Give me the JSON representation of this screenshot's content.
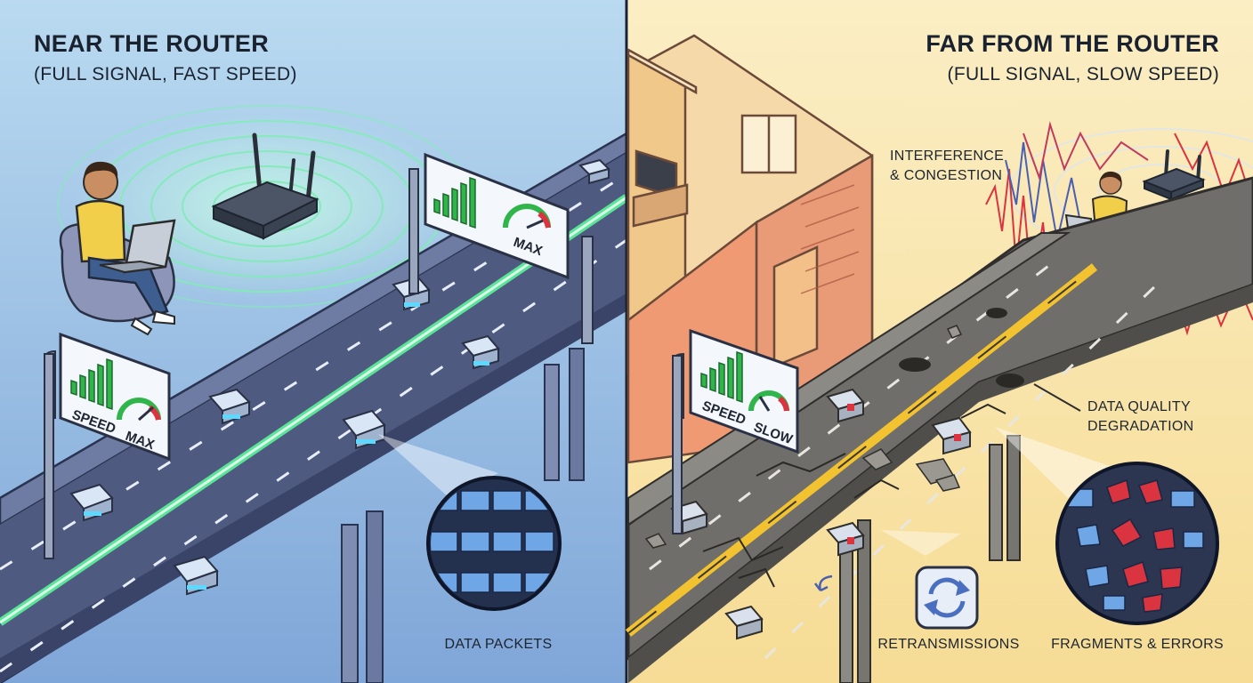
{
  "colors": {
    "left_sky": "#a9cfe9",
    "right_sky": "#f7e4a8",
    "road": "#5b6b8f",
    "glow": "#5cf29a",
    "packet_glow": "#5fd8ff",
    "interference": "#d9343f",
    "yellow_line": "#f2c230",
    "bar_green": "#2fb54a"
  },
  "left": {
    "title": "NEAR THE ROUTER",
    "subtitle": "(FULL SIGNAL, FAST SPEED)",
    "sign_small": {
      "speed": "SPEED",
      "gauge": "MAX"
    },
    "sign_big": {
      "gauge": "MAX"
    },
    "callout": "DATA PACKETS"
  },
  "right": {
    "title": "FAR FROM THE ROUTER",
    "subtitle": "(FULL SIGNAL, SLOW SPEED)",
    "interference_line1": "INTERFERENCE",
    "interference_line2": "& CONGESTION",
    "degradation_line1": "DATA QUALITY",
    "degradation_line2": "DEGRADATION",
    "sign": {
      "speed": "SPEED",
      "gauge": "SLOW"
    },
    "retrans_label": "RETRANSMISSIONS",
    "fragments_label": "FRAGMENTS & ERRORS"
  },
  "icons": [
    "router-icon",
    "laptop-icon",
    "signal-bars-icon",
    "gauge-icon",
    "retransmit-icon"
  ]
}
